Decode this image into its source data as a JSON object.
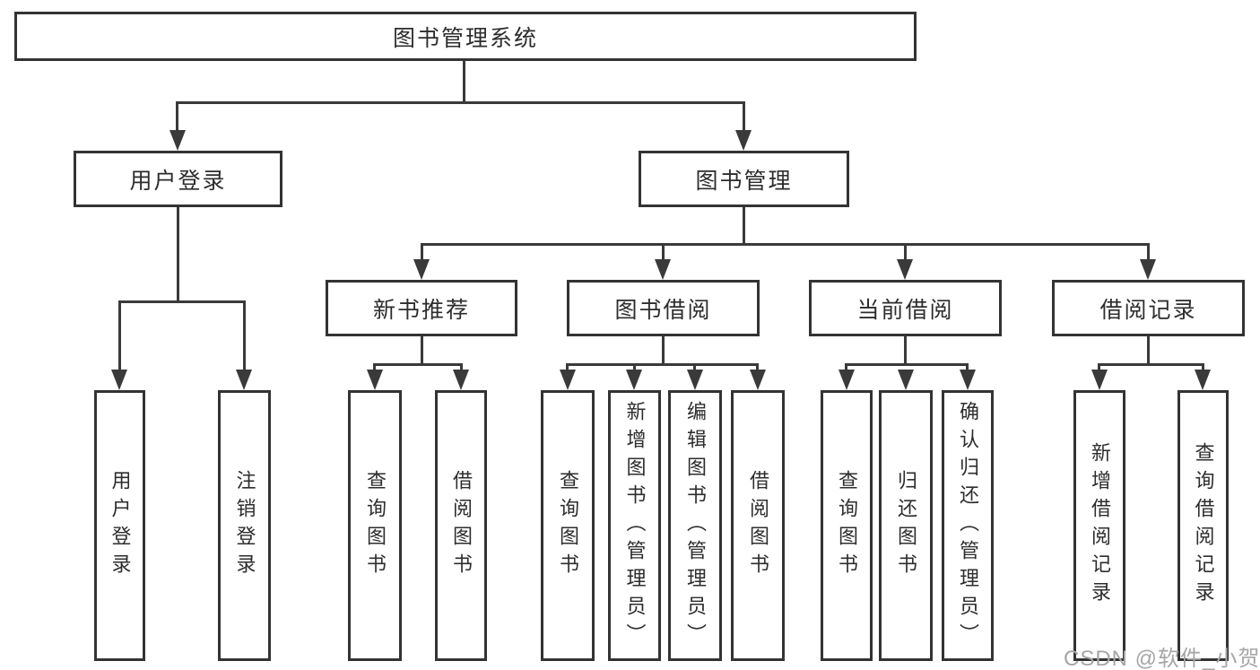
{
  "diagram": {
    "root": "图书管理系统",
    "branches": [
      "用户登录",
      "图书管理"
    ],
    "sections": [
      "新书推荐",
      "图书借阅",
      "当前借阅",
      "借阅记录"
    ],
    "leaves": [
      "用户登录",
      "注销登录",
      "查询图书",
      "借阅图书",
      "查询图书",
      "新增图书（管理员）",
      "编辑图书（管理员）",
      "借阅图书",
      "查询图书",
      "归还图书",
      "确认归还（管理员）",
      "新增借阅记录",
      "查询借阅记录"
    ],
    "structure": {
      "图书管理系统": [
        "用户登录",
        "图书管理"
      ],
      "用户登录": [
        "用户登录",
        "注销登录"
      ],
      "图书管理": [
        "新书推荐",
        "图书借阅",
        "当前借阅",
        "借阅记录"
      ],
      "新书推荐": [
        "查询图书",
        "借阅图书"
      ],
      "图书借阅": [
        "查询图书",
        "新增图书（管理员）",
        "编辑图书（管理员）",
        "借阅图书"
      ],
      "当前借阅": [
        "查询图书",
        "归还图书",
        "确认归还（管理员）"
      ],
      "借阅记录": [
        "新增借阅记录",
        "查询借阅记录"
      ]
    }
  },
  "watermark": {
    "text": "CSDN @软件_小贺同学"
  },
  "colors": {
    "line": "#3a3a3a",
    "box_border": "#333333",
    "text": "#2d2d2d",
    "watermark": "#a6a6a6",
    "background": "#ffffff"
  }
}
